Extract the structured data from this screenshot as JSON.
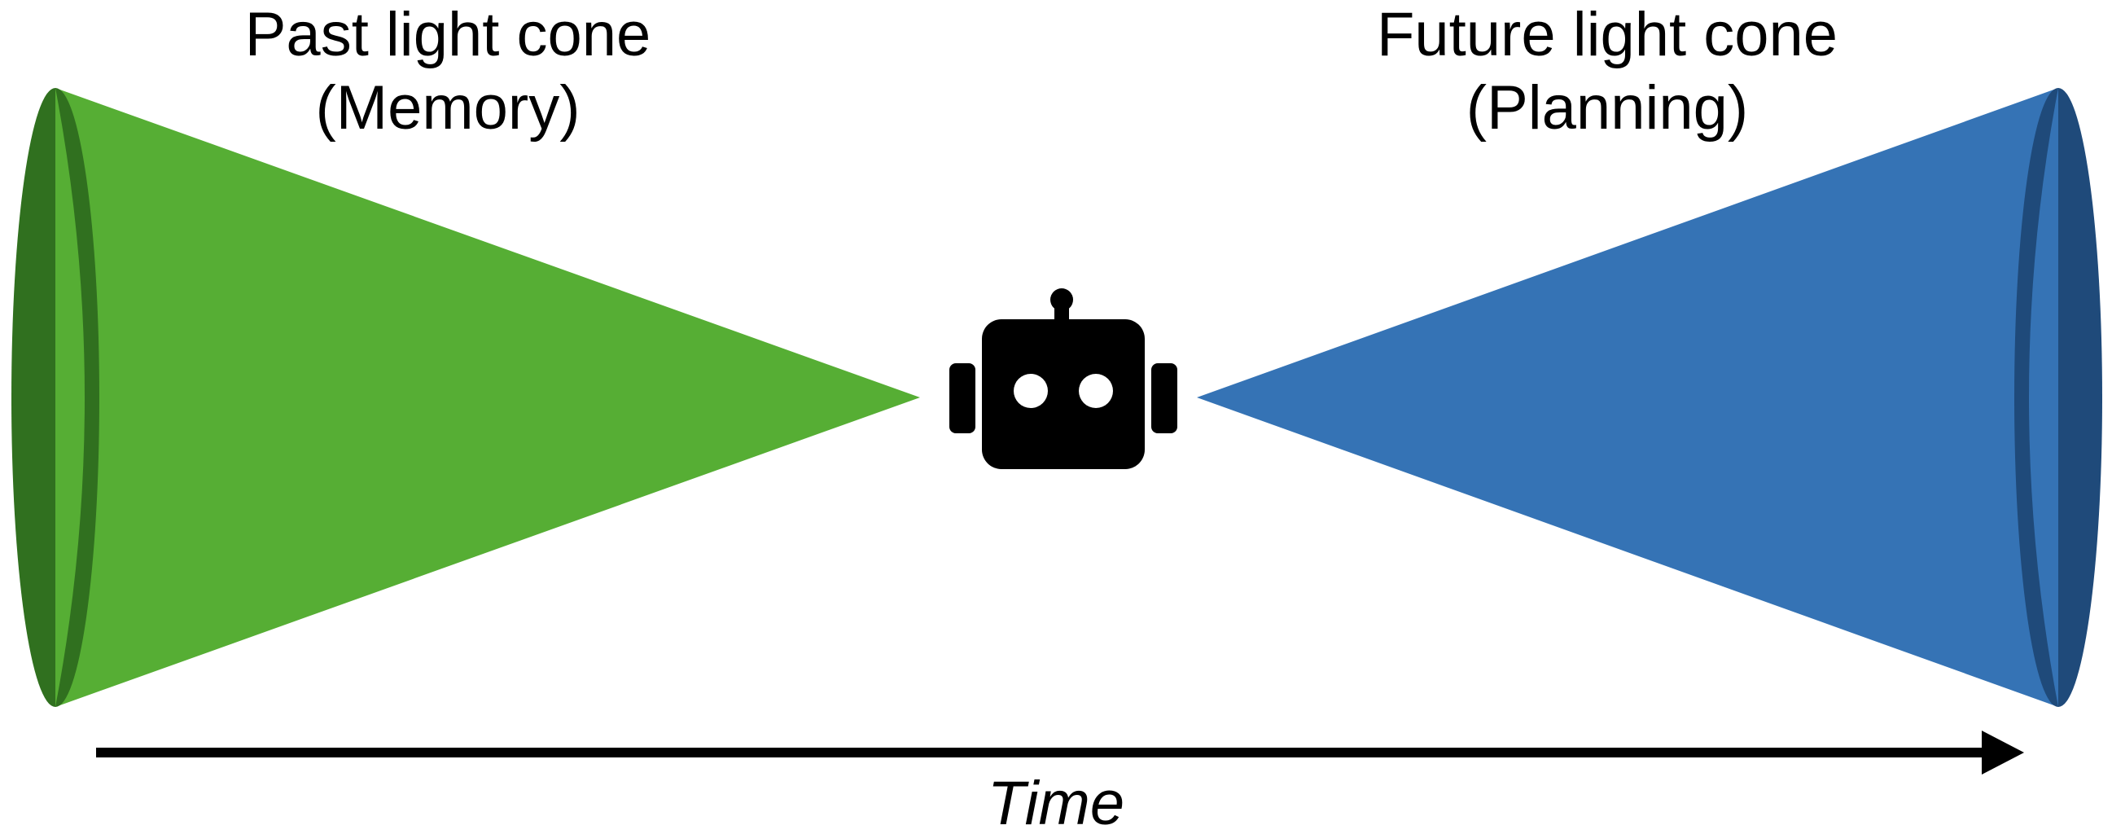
{
  "past_cone": {
    "title": "Past light cone",
    "subtitle": "(Memory)",
    "fill_color": "#56AE34",
    "base_color": "#30701F"
  },
  "future_cone": {
    "title": "Future light cone",
    "subtitle": "(Planning)",
    "fill_color": "#3573B5",
    "base_color": "#1F4A7A"
  },
  "agent": {
    "icon": "robot-icon",
    "color": "#000000"
  },
  "time_axis": {
    "label": "Time"
  }
}
